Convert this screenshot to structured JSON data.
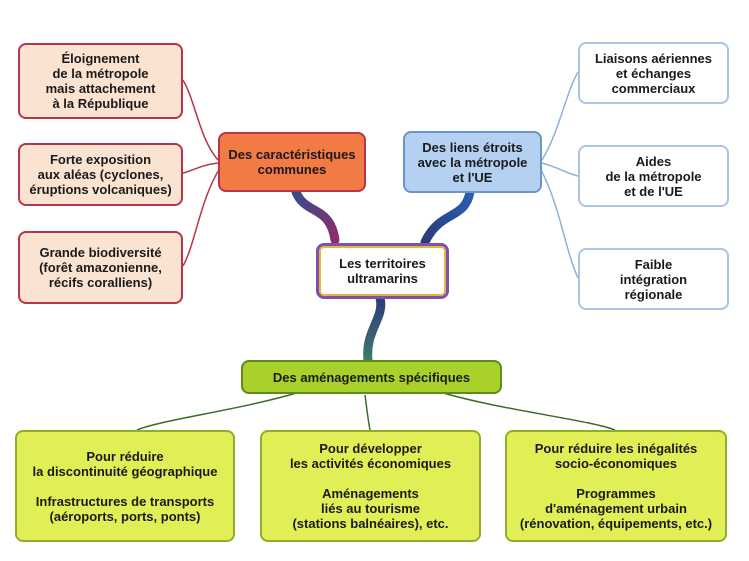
{
  "center": {
    "lines": [
      "Les territoires",
      "ultramarins"
    ]
  },
  "left_branch": {
    "title": [
      "Des caractéristiques",
      "communes"
    ],
    "items": [
      [
        "Éloignement",
        "de la métropole",
        "mais attachement",
        "à la République"
      ],
      [
        "Forte exposition",
        "aux aléas (cyclones,",
        "éruptions volcaniques)"
      ],
      [
        "Grande biodiversité",
        "(forêt amazonienne,",
        "récifs coralliens)"
      ]
    ]
  },
  "right_branch": {
    "title": [
      "Des liens étroits",
      "avec la métropole",
      "et l'UE"
    ],
    "items": [
      [
        "Liaisons aériennes",
        "et échanges",
        "commerciaux"
      ],
      [
        "Aides",
        "de la métropole",
        "et de l'UE"
      ],
      [
        "Faible",
        "intégration",
        "régionale"
      ]
    ]
  },
  "bottom_branch": {
    "title": "Des aménagements spécifiques",
    "items": [
      {
        "heading": [
          "Pour réduire",
          "la discontinuité géographique"
        ],
        "detail": [
          "Infrastructures de transports",
          "(aéroports, ports, ponts)"
        ]
      },
      {
        "heading": [
          "Pour développer",
          "les activités économiques"
        ],
        "detail": [
          "Aménagements",
          "liés au tourisme",
          "(stations balnéaires), etc."
        ]
      },
      {
        "heading": [
          "Pour réduire les inégalités",
          "socio-économiques"
        ],
        "detail": [
          "Programmes",
          "d'aménagement urbain",
          "(rénovation, équipements, etc.)"
        ]
      }
    ]
  },
  "colors": {
    "peach": "#fbe3d2",
    "orange": "#f27a45",
    "red_line": "#b8344a",
    "blue": "#b4d1f1",
    "blue_line": "#8db3dc",
    "green": "#a9d12c",
    "lime": "#e2ee55",
    "green_line": "#5f8a1c",
    "navy": "#2c3b7a"
  }
}
